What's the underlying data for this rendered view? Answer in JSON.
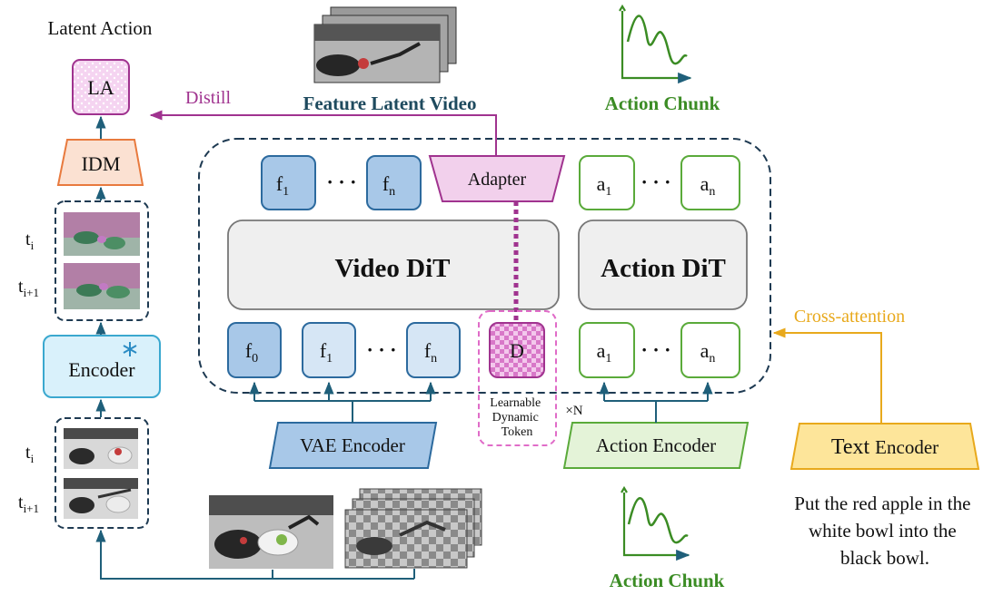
{
  "left_column": {
    "title": "Latent Action",
    "la": "LA",
    "idm": "IDM",
    "encoder": "Encoder",
    "frame_top": {
      "t": "t",
      "t_sub": "i",
      "t1": "t",
      "t1_sub": "i+1"
    },
    "frame_bottom": {
      "t": "t",
      "t_sub": "i",
      "t1": "t",
      "t1_sub": "i+1"
    }
  },
  "distill": "Distill",
  "feature_latent_video": "Feature Latent Video",
  "action_chunk_top": "Action Chunk",
  "action_chunk_bottom": "Action Chunk",
  "adapter": "Adapter",
  "video_dit": "Video DiT",
  "action_dit": "Action DiT",
  "top_f": {
    "f1": "f",
    "f1_sub": "1",
    "fn": "f",
    "fn_sub": "n"
  },
  "top_a": {
    "a1": "a",
    "a1_sub": "1",
    "an": "a",
    "an_sub": "n"
  },
  "bottom_f": {
    "f0": "f",
    "f0_sub": "0",
    "f1": "f",
    "f1_sub": "1",
    "fn": "f",
    "fn_sub": "n"
  },
  "bottom_a": {
    "a1": "a",
    "a1_sub": "1",
    "an": "a",
    "an_sub": "n"
  },
  "dots": "· · ·",
  "d_token": "D",
  "learnable_lines": [
    "Learnable",
    "Dynamic",
    "Token"
  ],
  "times_n": "×N",
  "vae_encoder": "VAE Encoder",
  "action_encoder": "Action Encoder",
  "text_encoder_a": "Text",
  "text_encoder_b": "Encoder",
  "cross_attention": "Cross-attention",
  "instruction": [
    "Put the red apple in the",
    "white bowl into the",
    "black bowl."
  ],
  "colors": {
    "arrow_blue": "#1f5f7a",
    "distill_purple": "#a0338f",
    "chunk_green": "#3b8c24",
    "cross_orange": "#e8a91c",
    "f_fill": "#a8c8e8",
    "a_stroke": "#5aaa3a",
    "dit_fill": "#efefef"
  }
}
